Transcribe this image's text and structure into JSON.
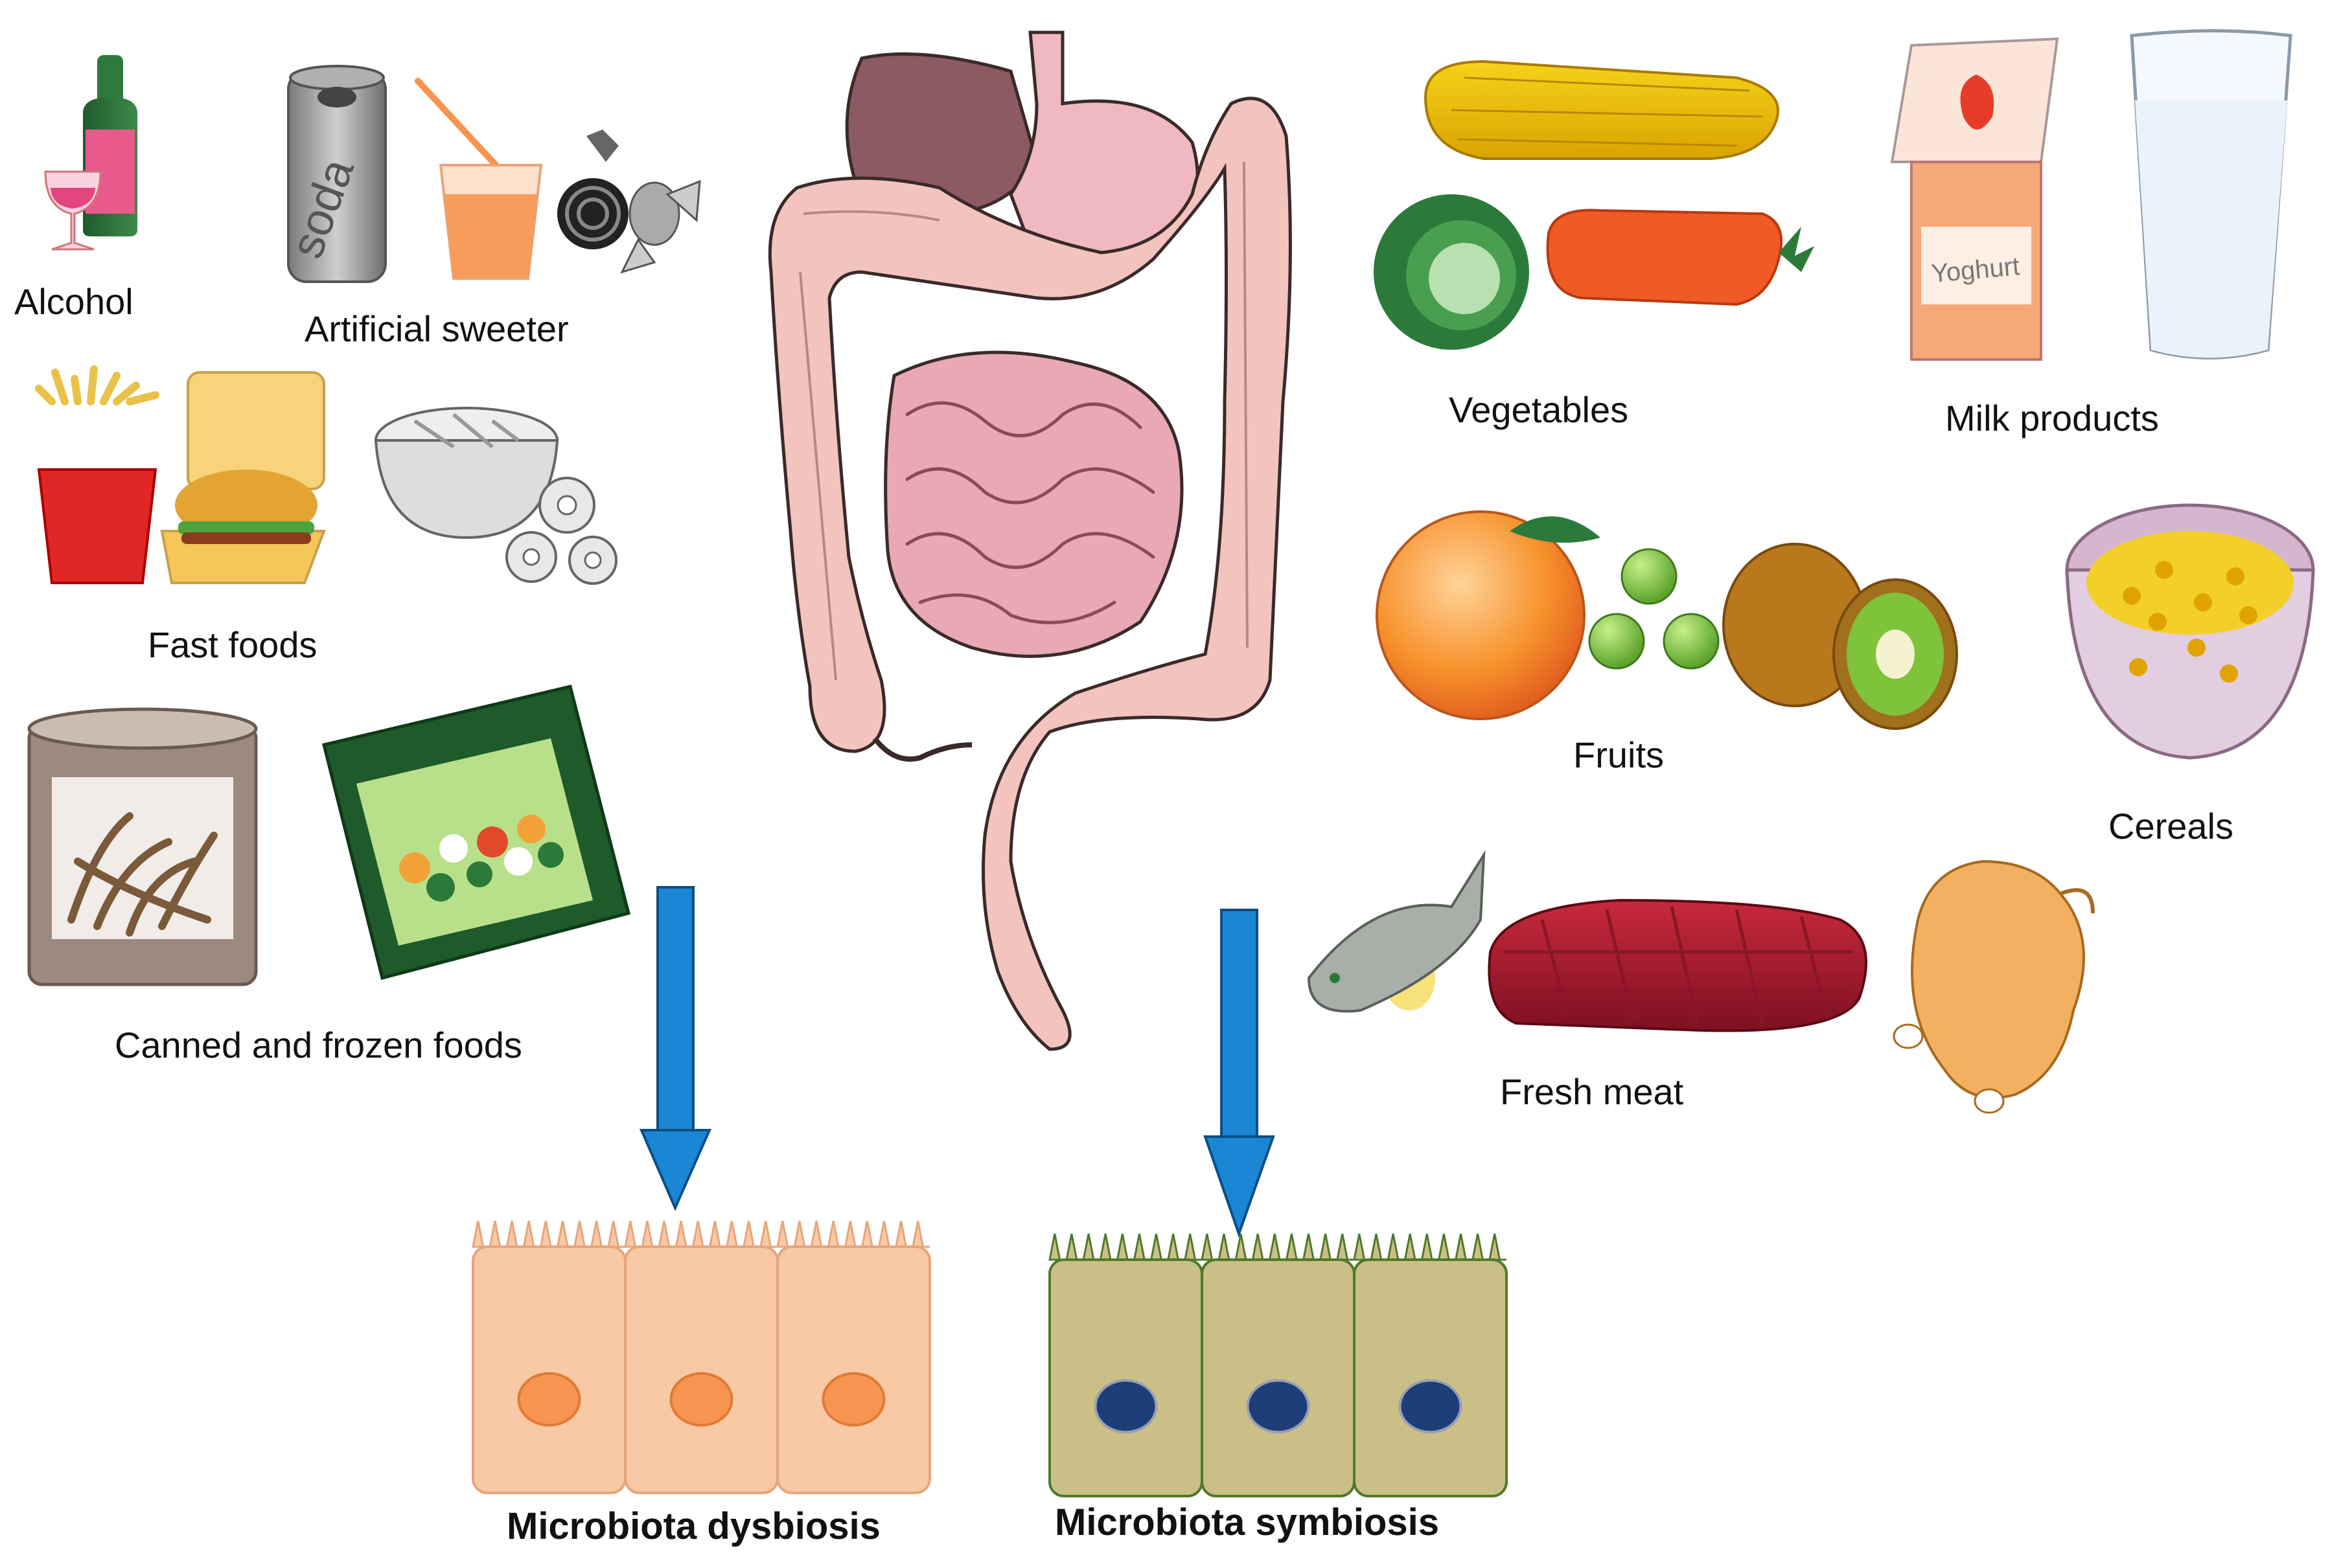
{
  "labels": {
    "alcohol": "Alcohol",
    "artificial_sweeter": "Artificial sweeter",
    "fast_foods": "Fast foods",
    "canned_frozen": "Canned and frozen foods",
    "vegetables": "Vegetables",
    "milk_products": "Milk products",
    "fruits": "Fruits",
    "cereals": "Cereals",
    "fresh_meat": "Fresh meat",
    "dysbiosis": "Microbiota dysbiosis",
    "symbiosis": "Microbiota symbiosis"
  },
  "package_text": {
    "soda": "soda",
    "yoghurt": "Yoghurt"
  },
  "icons": [
    "wine-bottle-icon",
    "soda-can-icon",
    "juice-glass-icon",
    "candy-icon",
    "fries-icon",
    "burger-box-icon",
    "snack-bowl-icon",
    "canned-food-icon",
    "frozen-bag-icon",
    "digestive-tract-icon",
    "corn-icon",
    "cabbage-icon",
    "carrot-icon",
    "yoghurt-carton-icon",
    "milk-glass-icon",
    "peach-icon",
    "grapes-icon",
    "kiwi-icon",
    "cereal-bowl-icon",
    "fish-icon",
    "steak-icon",
    "chicken-icon",
    "arrow-down-icon",
    "epithelial-cells-icon"
  ],
  "colors": {
    "arrow": "#1a86d4",
    "dysbiosis_cells": "#f9c9a6",
    "dysbiosis_nucleus": "#f7944f",
    "symbiosis_cells": "#cbbf88",
    "symbiosis_border": "#4f7a2a",
    "symbiosis_nucleus": "#1d3e78",
    "intestine": "#f2c4bd"
  }
}
